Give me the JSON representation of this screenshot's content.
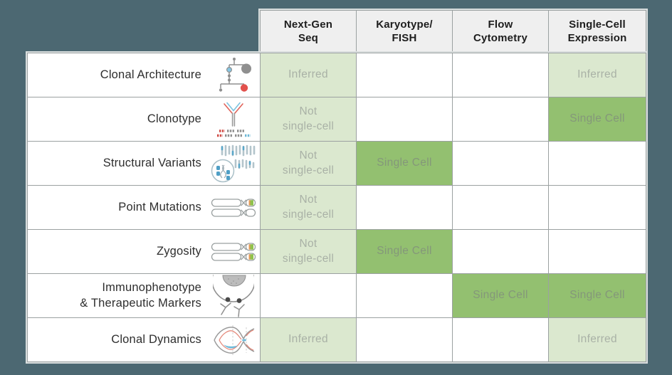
{
  "table": {
    "columns": [
      {
        "label": "Next-Gen\nSeq"
      },
      {
        "label": "Karyotype/\nFISH"
      },
      {
        "label": "Flow\nCytometry"
      },
      {
        "label": "Single-Cell\nExpression"
      }
    ],
    "rows": [
      {
        "label": "Clonal Architecture",
        "icon": "clonal-architecture-icon",
        "cells": [
          {
            "text": "Inferred",
            "variant": "light"
          },
          {
            "text": "",
            "variant": "none"
          },
          {
            "text": "",
            "variant": "none"
          },
          {
            "text": "Inferred",
            "variant": "light"
          }
        ]
      },
      {
        "label": "Clonotype",
        "icon": "clonotype-antibody-icon",
        "cells": [
          {
            "text": "Not\nsingle-cell",
            "variant": "light"
          },
          {
            "text": "",
            "variant": "none"
          },
          {
            "text": "",
            "variant": "none"
          },
          {
            "text": "Single Cell",
            "variant": "strong"
          }
        ]
      },
      {
        "label": "Structural Variants",
        "icon": "karyotype-magnifier-icon",
        "cells": [
          {
            "text": "Not\nsingle-cell",
            "variant": "light"
          },
          {
            "text": "Single Cell",
            "variant": "strong"
          },
          {
            "text": "",
            "variant": "none"
          },
          {
            "text": "",
            "variant": "none"
          }
        ]
      },
      {
        "label": "Point Mutations",
        "icon": "chromosome-single-band-icon",
        "cells": [
          {
            "text": "Not\nsingle-cell",
            "variant": "light"
          },
          {
            "text": "",
            "variant": "none"
          },
          {
            "text": "",
            "variant": "none"
          },
          {
            "text": "",
            "variant": "none"
          }
        ]
      },
      {
        "label": "Zygosity",
        "icon": "chromosome-double-band-icon",
        "cells": [
          {
            "text": "Not\nsingle-cell",
            "variant": "light"
          },
          {
            "text": "Single Cell",
            "variant": "strong"
          },
          {
            "text": "",
            "variant": "none"
          },
          {
            "text": "",
            "variant": "none"
          }
        ]
      },
      {
        "label": "Immunophenotype\n& Therapeutic Markers",
        "icon": "cell-surface-antibody-icon",
        "cells": [
          {
            "text": "",
            "variant": "none"
          },
          {
            "text": "",
            "variant": "none"
          },
          {
            "text": "Single Cell",
            "variant": "strong"
          },
          {
            "text": "Single Cell",
            "variant": "strong"
          }
        ]
      },
      {
        "label": "Clonal Dynamics",
        "icon": "fish-plot-icon",
        "cells": [
          {
            "text": "Inferred",
            "variant": "light"
          },
          {
            "text": "",
            "variant": "none"
          },
          {
            "text": "",
            "variant": "none"
          },
          {
            "text": "Inferred",
            "variant": "light"
          }
        ]
      }
    ]
  },
  "colors": {
    "page_background": "#4C6872",
    "header_background": "#EFEFEF",
    "cell_light_green": "#DBE8CF",
    "cell_strong_green": "#93C070",
    "grid_line": "#9BA1A1",
    "outer_rim": "#D9DEDE",
    "muted_text_light": "#A9B1A6",
    "muted_text_strong": "#84977A"
  }
}
